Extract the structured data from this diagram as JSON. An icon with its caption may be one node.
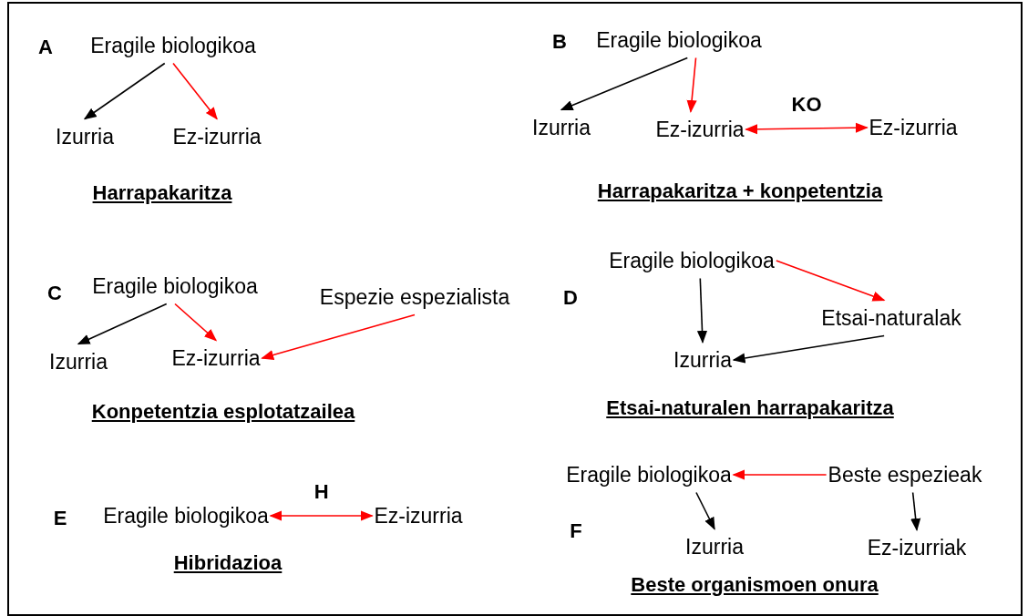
{
  "diagram": {
    "nodes": [
      {
        "text": [
          "Eragile biologikoa"
        ]
      },
      {
        "text": [
          "Izurria"
        ]
      },
      {
        "text": [
          "Ez-izurria"
        ]
      },
      {
        "text": [
          "Eragile biologikoa"
        ]
      },
      {
        "text": [
          "Izurria"
        ]
      },
      {
        "text": [
          "Ez-izurria"
        ]
      },
      {
        "text": [
          "Ez-izurria"
        ]
      },
      {
        "text": [
          "Eragile biologikoa"
        ]
      },
      {
        "text": [
          "Izurria"
        ]
      },
      {
        "text": [
          "Ez-izurria"
        ]
      },
      {
        "text": [
          "Espezie espezialista"
        ]
      },
      {
        "text": [
          "Eragile biologikoa"
        ]
      },
      {
        "text": [
          "Etsai-naturalak"
        ]
      },
      {
        "text": [
          "Izurria"
        ]
      },
      {
        "text": [
          "Eragile biologikoa"
        ]
      },
      {
        "text": [
          "Ez-izurria"
        ]
      },
      {
        "text": [
          "Eragile biologikoa"
        ]
      },
      {
        "text": [
          "Beste espezieak"
        ]
      },
      {
        "text": [
          "Izurria"
        ]
      },
      {
        "text": [
          "Ez-izurriak"
        ]
      }
    ],
    "edges": [
      {
        "from": 0,
        "to": 1,
        "arrow": "to",
        "color": "#000000"
      },
      {
        "from": 0,
        "to": 2,
        "arrow": "to"
      },
      {
        "from": 3,
        "to": 4,
        "arrow": "to",
        "color": "#000000"
      },
      {
        "from": 3,
        "to": 5,
        "arrow": "to"
      },
      {
        "from": 5,
        "to": 6,
        "arrow": "both",
        "label": "KO"
      },
      {
        "from": 7,
        "to": 8,
        "arrow": "to",
        "color": "#000000"
      },
      {
        "from": 7,
        "to": 9,
        "arrow": "to"
      },
      {
        "from": 10,
        "to": 9,
        "arrow": "to"
      },
      {
        "from": 11,
        "to": 13,
        "arrow": "to",
        "color": "#000000"
      },
      {
        "from": 11,
        "to": 12,
        "arrow": "to"
      },
      {
        "from": 12,
        "to": 13,
        "arrow": "to",
        "color": "#000000"
      },
      {
        "from": 14,
        "to": 15,
        "arrow": "both",
        "label": "H"
      },
      {
        "from": 17,
        "to": 16,
        "arrow": "to"
      },
      {
        "from": 16,
        "to": 18,
        "arrow": "to",
        "color": "#000000"
      },
      {
        "from": 17,
        "to": 19,
        "arrow": "to",
        "color": "#000000"
      }
    ],
    "labels": [
      "A",
      "Harrapakaritza",
      "B",
      "Harrapakaritza + konpetentzia",
      "C",
      "Konpetentzia esplotatzailea",
      "D",
      "Etsai-naturalen harrapakaritza",
      "E",
      "Hibridazioa",
      "F",
      "Beste organismoen onura"
    ]
  }
}
